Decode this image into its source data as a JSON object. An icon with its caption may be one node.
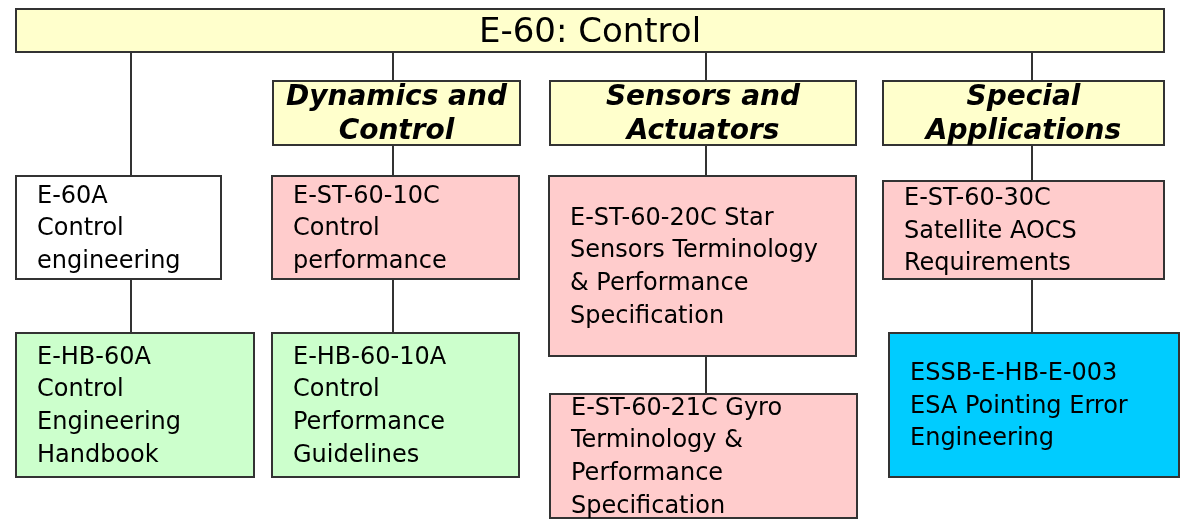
{
  "diagram": {
    "nodes": [
      {
        "text": [
          "E-60: Control"
        ]
      },
      {
        "text": [
          "Dynamics and Control"
        ]
      },
      {
        "text": [
          "Sensors and Actuators"
        ]
      },
      {
        "text": [
          "Special Applications"
        ]
      },
      {
        "text": [
          "E-60A Control engineering"
        ]
      },
      {
        "text": [
          "E-ST-60-10C Control performance"
        ]
      },
      {
        "text": [
          "E-ST-60-20C Star Sensors Terminology & Performance Specification"
        ]
      },
      {
        "text": [
          "E-ST-60-30C Satellite AOCS Requirements"
        ]
      },
      {
        "text": [
          "E-HB-60A Control Engineering Handbook"
        ]
      },
      {
        "text": [
          "E-HB-60-10A Control Performance Guidelines"
        ]
      },
      {
        "text": [
          "E-ST-60-21C Gyro Terminology & Performance Specification"
        ]
      },
      {
        "text": [
          "ESSB-E-HB-E-003 ESA Pointing Error Engineering"
        ]
      }
    ],
    "edges": [
      {
        "from": 0,
        "to": 4,
        "arrow": "none"
      },
      {
        "from": 0,
        "to": 1,
        "arrow": "none"
      },
      {
        "from": 0,
        "to": 2,
        "arrow": "none"
      },
      {
        "from": 0,
        "to": 3,
        "arrow": "none"
      },
      {
        "from": 1,
        "to": 5,
        "arrow": "none"
      },
      {
        "from": 2,
        "to": 6,
        "arrow": "none"
      },
      {
        "from": 3,
        "to": 7,
        "arrow": "none"
      },
      {
        "from": 4,
        "to": 8,
        "arrow": "none"
      },
      {
        "from": 5,
        "to": 9,
        "arrow": "none"
      },
      {
        "from": 6,
        "to": 10,
        "arrow": "none"
      },
      {
        "from": 7,
        "to": 11,
        "arrow": "none"
      }
    ]
  }
}
